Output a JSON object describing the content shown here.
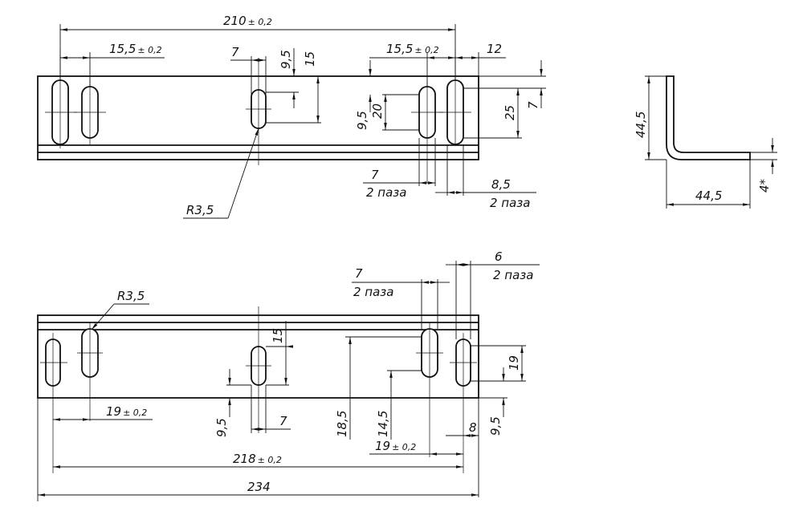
{
  "top_view": {
    "dim_total": "210",
    "dim_total_tol": "± 0,2",
    "dim_left_pitch": "15,5",
    "dim_left_pitch_tol": "± 0,2",
    "dim_right_pitch": "15,5",
    "dim_right_pitch_tol": "± 0,2",
    "dim_12": "12",
    "dim_7_top": "7",
    "dim_9_5_top": "9,5",
    "dim_15_top": "15",
    "dim_9_5_mid": "9,5",
    "dim_20": "20",
    "dim_25": "25",
    "dim_7_right": "7",
    "slot_width_label": "7",
    "slot_width_note": "2 паза",
    "slot_width2_label": "8,5",
    "slot_width2_note": "2 паза",
    "radius_label": "R3,5"
  },
  "side_view": {
    "dim_height": "44,5",
    "dim_width": "44,5",
    "dim_thickness": "4*"
  },
  "bottom_view": {
    "slot_width_label": "7",
    "slot_width_note": "2 паза",
    "slot_width2_label": "6",
    "slot_width2_note": "2 паза",
    "radius_label": "R3,5",
    "dim_15": "15",
    "dim_19_right": "19",
    "dim_19_left": "19",
    "dim_19_left_tol": "± 0,2",
    "dim_9_5_left": "9,5",
    "dim_7": "7",
    "dim_18_5": "18,5",
    "dim_14_5": "14,5",
    "dim_19_right_bottom": "19",
    "dim_19_right_bottom_tol": "± 0,2",
    "dim_8": "8",
    "dim_9_5_right": "9,5",
    "dim_218": "218",
    "dim_218_tol": "± 0,2",
    "dim_234": "234"
  },
  "colors": {
    "line": "#111111",
    "background": "#ffffff"
  }
}
